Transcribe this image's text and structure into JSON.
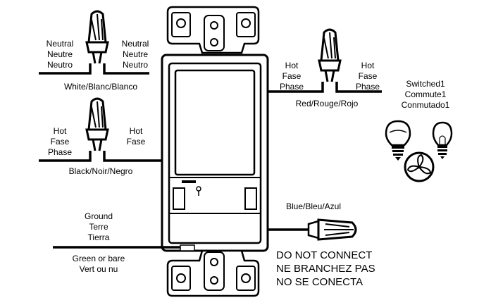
{
  "neutral": {
    "left_lines": [
      "Neutral",
      "Neutre",
      "Neutro"
    ],
    "right_lines": [
      "Neutral",
      "Neutre",
      "Neutro"
    ],
    "wire_label": "White/Blanc/Blanco"
  },
  "line_hot": {
    "left_lines": [
      "Hot",
      "Fase",
      "Phase"
    ],
    "right_lines": [
      "Hot",
      "Fase"
    ],
    "wire_label": "Black/Noir/Negro"
  },
  "load_hot": {
    "left_lines": [
      "Hot",
      "Fase",
      "Phase"
    ],
    "right_lines": [
      "Hot",
      "Fase",
      "Phase"
    ],
    "wire_label": "Red/Rouge/Rojo"
  },
  "switched": {
    "lines": [
      "Switched1",
      "Commute1",
      "Conmutado1"
    ]
  },
  "ground": {
    "top_lines": [
      "Ground",
      "Terre",
      "Tierra"
    ],
    "bottom_lines": [
      "Green or bare",
      "Vert ou nu"
    ]
  },
  "blue_wire": {
    "label": "Blue/Bleu/Azul",
    "warning_lines": [
      "DO NOT CONNECT",
      "NE BRANCHEZ PAS",
      "NO SE CONECTA"
    ]
  },
  "loads": {
    "icons": [
      "led-bulb-icon",
      "incandescent-bulb-icon",
      "fan-icon"
    ]
  }
}
